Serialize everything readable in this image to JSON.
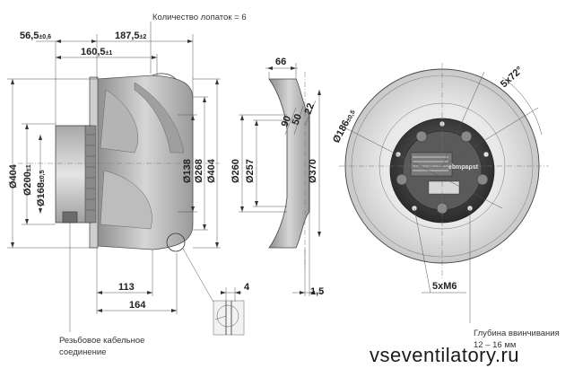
{
  "labels": {
    "blades_count": "Количество лопаток = 6",
    "cable_entry_line1": "Резьбовое кабельное",
    "cable_entry_line2": "соединение",
    "screw_depth_line1": "Глубина ввинчивания",
    "screw_depth_line2": "12 – 16 мм",
    "watermark": "vseventilatory.ru",
    "rotor_brand": "ebmpapst"
  },
  "dimensions": {
    "d56_5": "56,5",
    "d56_5_tol": "±0,6",
    "d187_5": "187,5",
    "d187_5_tol": "±2",
    "d160_5": "160,5",
    "d160_5_tol": "±1",
    "d113": "113",
    "d164": "164",
    "d4": "4",
    "d66": "66",
    "d1_5": "1,5",
    "d90": "90",
    "d50": "50",
    "d22": "22",
    "o404_left": "Ø404",
    "o200": "Ø200",
    "o200_tol": "±1",
    "o168": "Ø168",
    "o168_tol": "±0,5",
    "o138": "Ø138",
    "o268": "Ø268",
    "o404_right": "Ø404",
    "o260": "Ø260",
    "o257": "Ø257",
    "o370": "Ø370",
    "o186": "Ø186",
    "o186_tol": "±0,5",
    "angle_5x72": "5x72°",
    "thread_5xM6": "5xM6"
  }
}
